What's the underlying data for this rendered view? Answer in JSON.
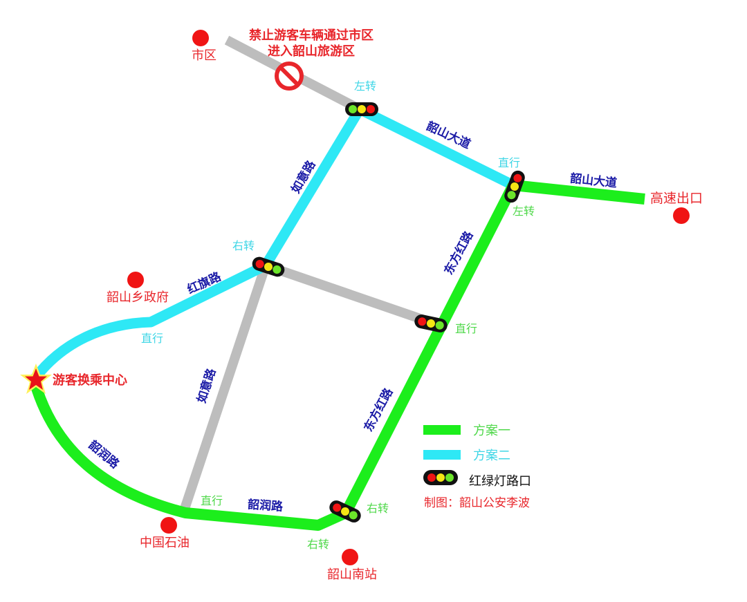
{
  "colors": {
    "plan1": "#1cee1c",
    "plan2": "#2ee8f5",
    "closed_road": "#bdbdbd",
    "place_dot": "#f01414",
    "road_label": "#1a1aa6",
    "place_label": "#e8262b"
  },
  "notice": {
    "line1": "禁止游客车辆通过市区",
    "line2": "进入韶山旅游区",
    "icon": "no-entry-icon"
  },
  "places": [
    {
      "name": "市区"
    },
    {
      "name": "高速出口"
    },
    {
      "name": "韶山乡政府"
    },
    {
      "name": "中国石油"
    },
    {
      "name": "韶山南站"
    }
  ],
  "hub": {
    "name": "游客换乘中心",
    "icon": "star-icon"
  },
  "roads": {
    "shaoshan_avenue_1": "韶山大道",
    "shaoshan_avenue_2": "韶山大道",
    "ruyi_road_north": "如意路",
    "ruyi_road_south": "如意路",
    "hongqi_road": "红旗路",
    "dongfanghong_road_north": "东方红路",
    "dongfanghong_road_south": "东方红路",
    "shaorun_road_west": "韶润路",
    "shaorun_road_south": "韶润路"
  },
  "turns": {
    "top_junction": "左转",
    "east_junction_straight": "直行",
    "east_junction_left": "左转",
    "mid_junction_right": "右转",
    "hongqi_straight": "直行",
    "dfh_junction_straight": "直行",
    "petro_straight": "直行",
    "south_junction_right_upper": "右转",
    "south_bend_right": "右转"
  },
  "legend": {
    "items": [
      {
        "label": "方案一",
        "color": "#1cee1c",
        "text_color": "#4fd84a"
      },
      {
        "label": "方案二",
        "color": "#2ee8f5",
        "text_color": "#3ed6e6"
      },
      {
        "label": "红绿灯路口",
        "icon": "traffic-light-icon",
        "text_color": "#111111"
      }
    ],
    "credit": "制图：韶山公安李波"
  }
}
